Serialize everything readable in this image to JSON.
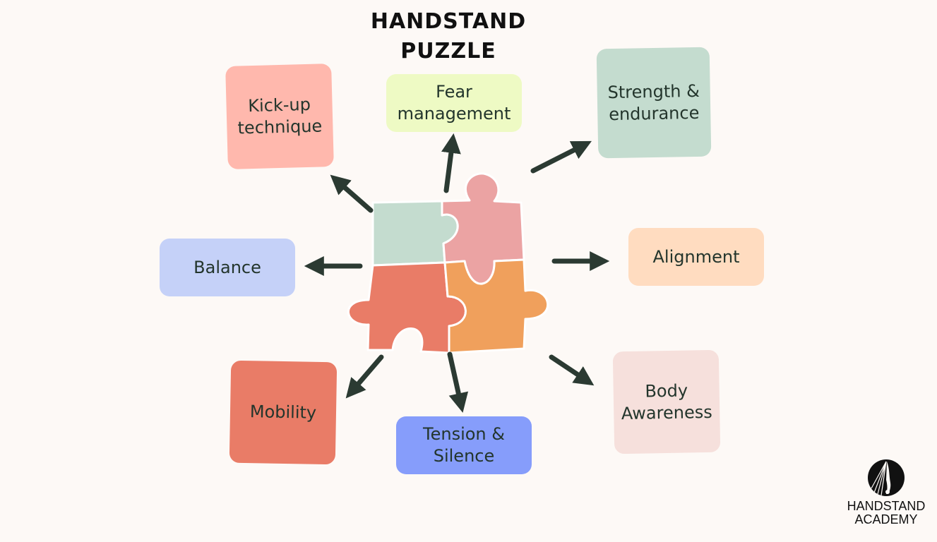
{
  "title": [
    "HANDSTAND",
    "PUZZLE"
  ],
  "nodes": [
    {
      "id": "kickup",
      "lines": [
        "Kick-up",
        "technique"
      ],
      "color": "#ffb8ad"
    },
    {
      "id": "fear",
      "lines": [
        "Fear",
        "management"
      ],
      "color": "#eefac4"
    },
    {
      "id": "strength",
      "lines": [
        "Strength &",
        "endurance"
      ],
      "color": "#c4dccf"
    },
    {
      "id": "balance",
      "lines": [
        "Balance"
      ],
      "color": "#c5d1f8"
    },
    {
      "id": "alignment",
      "lines": [
        "Alignment"
      ],
      "color": "#ffdcc0"
    },
    {
      "id": "mobility",
      "lines": [
        "Mobility"
      ],
      "color": "#e97c67"
    },
    {
      "id": "tension",
      "lines": [
        "Tension &",
        "Silence"
      ],
      "color": "#869dfb"
    },
    {
      "id": "body",
      "lines": [
        "Body",
        "Awareness"
      ],
      "color": "#f6e0dc"
    }
  ],
  "puzzle_colors": {
    "top_left": "#c4dccf",
    "top_right": "#eba3a3",
    "bottom_left": "#e97c67",
    "bottom_right": "#f0a05c"
  },
  "arrow_color": "#2b3a32",
  "logo": {
    "lines": [
      "HANDSTAND",
      "ACADEMY"
    ],
    "icon": "handstand-academy-logo-icon"
  }
}
